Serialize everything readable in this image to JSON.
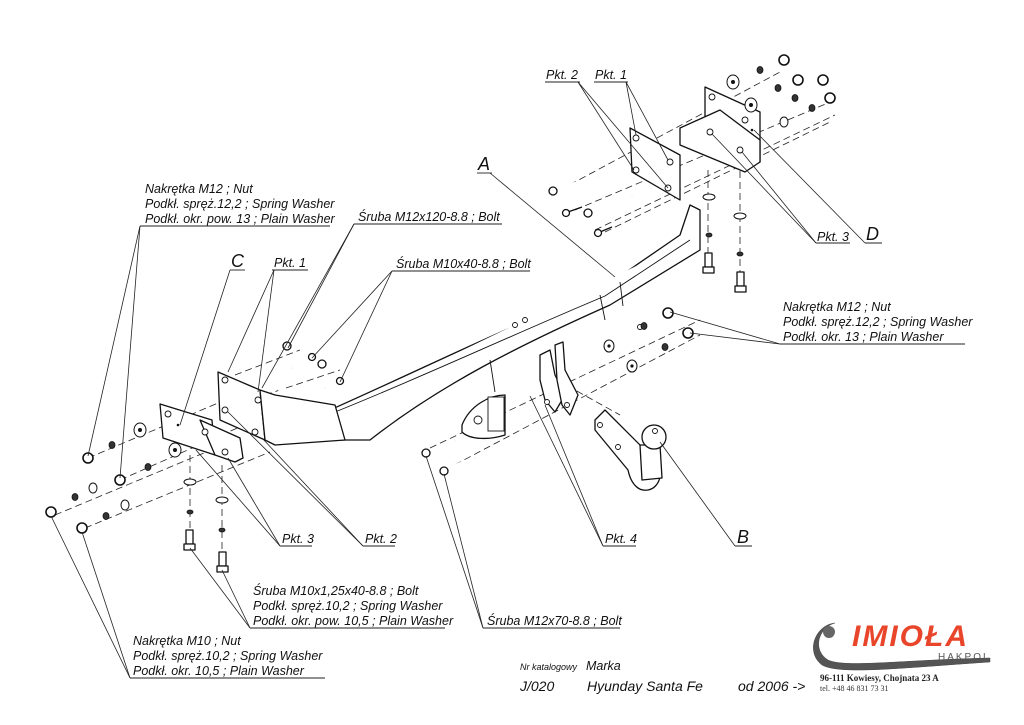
{
  "parts": {
    "A": "A",
    "B": "B",
    "C": "C",
    "D": "D"
  },
  "points": {
    "pkt1": "Pkt. 1",
    "pkt2": "Pkt. 2",
    "pkt3": "Pkt. 3",
    "pkt4": "Pkt. 4"
  },
  "callouts": {
    "nut_m12_left": [
      "Nakrętka  M12 ; Nut",
      "Podkł. spręż.12,2 ; Spring Washer",
      "Podkł. okr. pow. 13 ; Plain Washer"
    ],
    "bolt_m12x120": "Śruba M12x120-8.8 ;  Bolt",
    "bolt_m10x40": "Śruba M10x40-8.8 ;  Bolt",
    "nut_m12_right": [
      "Nakrętka  M12 ; Nut",
      "Podkł. spręż.12,2 ; Spring Washer",
      "Podkł. okr. 13 ; Plain Washer"
    ],
    "bolt_m10x125": [
      "Śruba M10x1,25x40-8.8 ;  Bolt",
      "Podkł. spręż.10,2 ; Spring Washer",
      "Podkł. okr. pow. 10,5 ; Plain Washer"
    ],
    "nut_m10": [
      "Nakrętka  M10 ; Nut",
      "Podkł. spręż.10,2 ; Spring Washer",
      "Podkł. okr. 10,5 ; Plain Washer"
    ],
    "bolt_m12x70": "Śruba M12x70-8.8 ;  Bolt"
  },
  "title_block": {
    "catalog_label": "Nr katalogowy",
    "brand_label": "Marka",
    "catalog_number": "J/020",
    "vehicle": "Hyunday Santa Fe",
    "from_year": "od  2006 ->"
  },
  "company": {
    "name": "IMIOŁA",
    "sub": "HAKPOL",
    "address": "96-111 Kowiesy, Chojnata 23 A",
    "phone": "tel. +48 46 831 73 31",
    "brand_color": "#e8452a"
  }
}
